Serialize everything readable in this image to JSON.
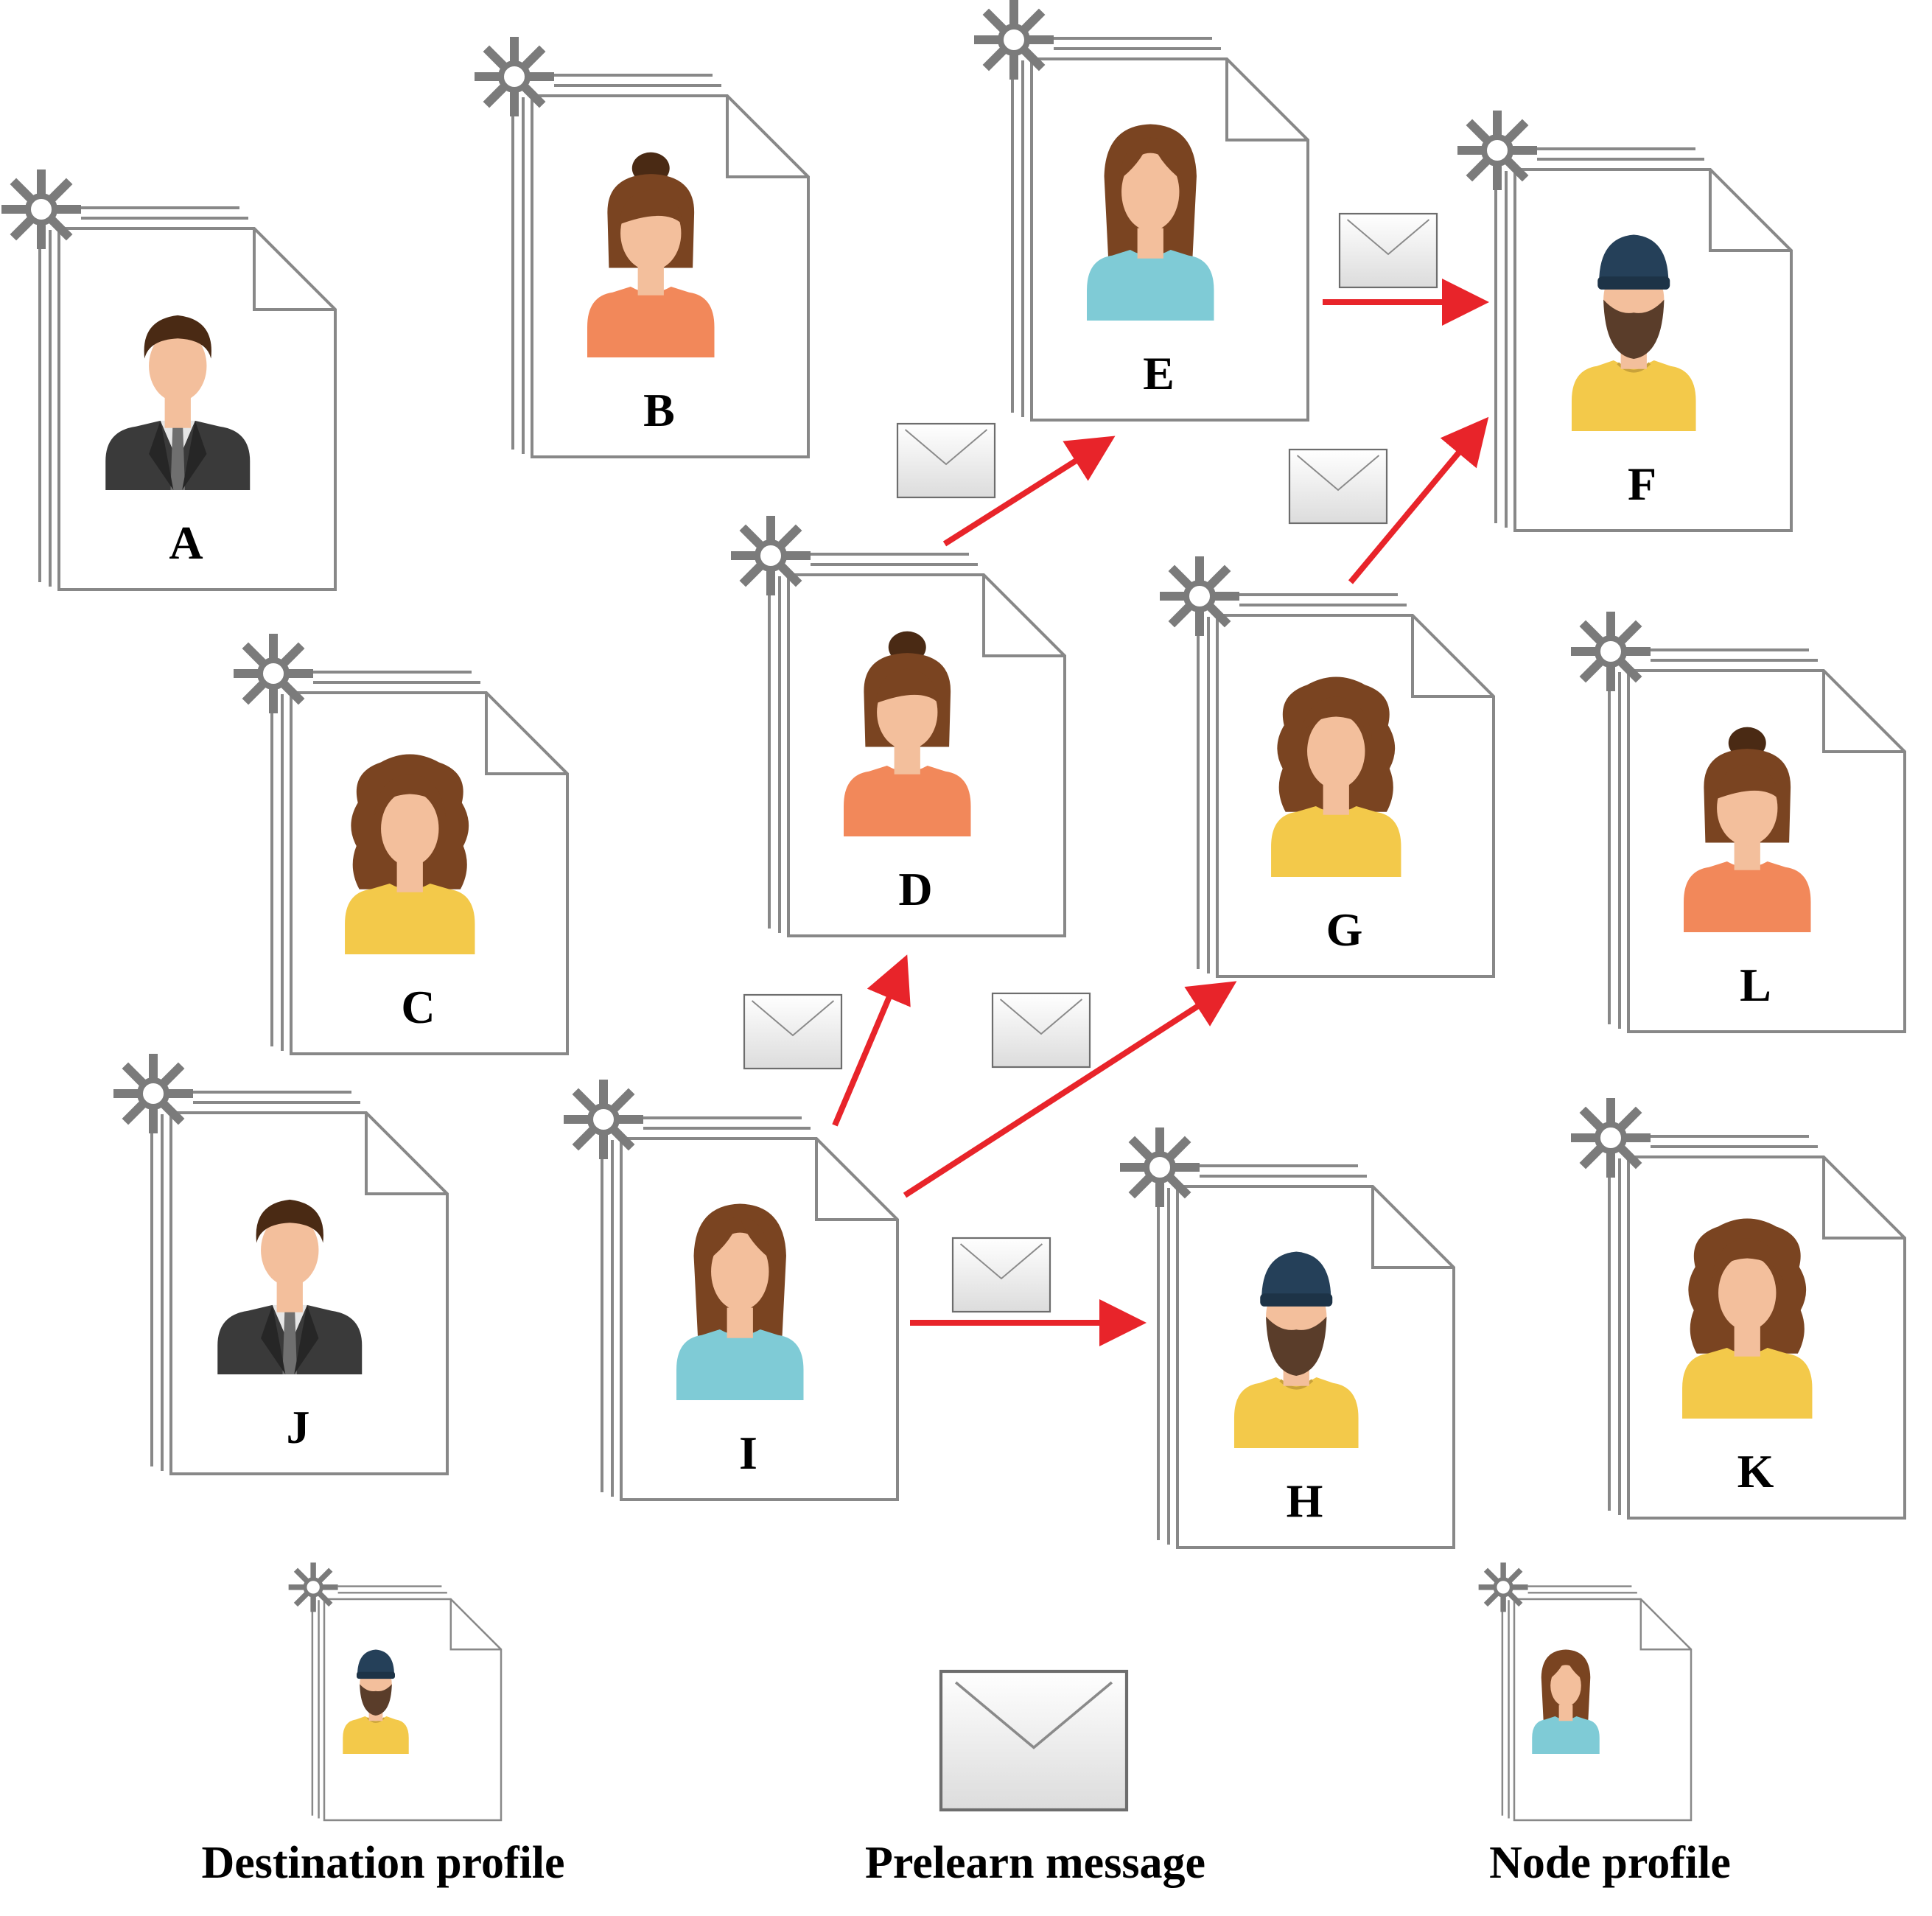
{
  "colors": {
    "arrow": "#e8242a",
    "doc_stroke": "#888888",
    "gear": "#7b7b7b",
    "skin": "#f3bf9c",
    "hair_brown": "#7a4421",
    "hair_dark": "#4a2a14",
    "shirt_orange": "#f2885a",
    "shirt_cyan": "#7fcbd6",
    "shirt_yellow": "#f3c94a",
    "suit": "#3a3a3a",
    "beanie": "#254059",
    "beard": "#5a3d2a"
  },
  "nodes": [
    {
      "id": "A",
      "label": "A",
      "avatar": "man-suit-icon"
    },
    {
      "id": "B",
      "label": "B",
      "avatar": "woman-bun-orange-icon"
    },
    {
      "id": "C",
      "label": "C",
      "avatar": "woman-curly-yellow-icon"
    },
    {
      "id": "D",
      "label": "D",
      "avatar": "woman-bun-orange-icon"
    },
    {
      "id": "E",
      "label": "E",
      "avatar": "woman-long-cyan-icon"
    },
    {
      "id": "F",
      "label": "F",
      "avatar": "man-beanie-beard-icon"
    },
    {
      "id": "G",
      "label": "G",
      "avatar": "woman-curly-yellow-icon"
    },
    {
      "id": "H",
      "label": "H",
      "avatar": "man-beanie-beard-icon"
    },
    {
      "id": "I",
      "label": "I",
      "avatar": "woman-long-cyan-icon"
    },
    {
      "id": "J",
      "label": "J",
      "avatar": "man-suit-icon"
    },
    {
      "id": "K",
      "label": "K",
      "avatar": "woman-curly-yellow-icon"
    },
    {
      "id": "L",
      "label": "L",
      "avatar": "woman-bun-orange-icon"
    }
  ],
  "edges": [
    {
      "from": "I",
      "to": "D",
      "message": "envelope-icon"
    },
    {
      "from": "I",
      "to": "G",
      "message": "envelope-icon"
    },
    {
      "from": "I",
      "to": "H",
      "message": "envelope-icon"
    },
    {
      "from": "D",
      "to": "E",
      "message": "envelope-icon"
    },
    {
      "from": "E",
      "to": "F",
      "message": "envelope-icon"
    },
    {
      "from": "G",
      "to": "F",
      "message": "envelope-icon"
    }
  ],
  "legend": [
    {
      "label": "Destination profile",
      "icon": "destination-profile-icon"
    },
    {
      "label": "Prelearn message",
      "icon": "envelope-icon"
    },
    {
      "label": "Node profile",
      "icon": "node-profile-icon"
    }
  ]
}
